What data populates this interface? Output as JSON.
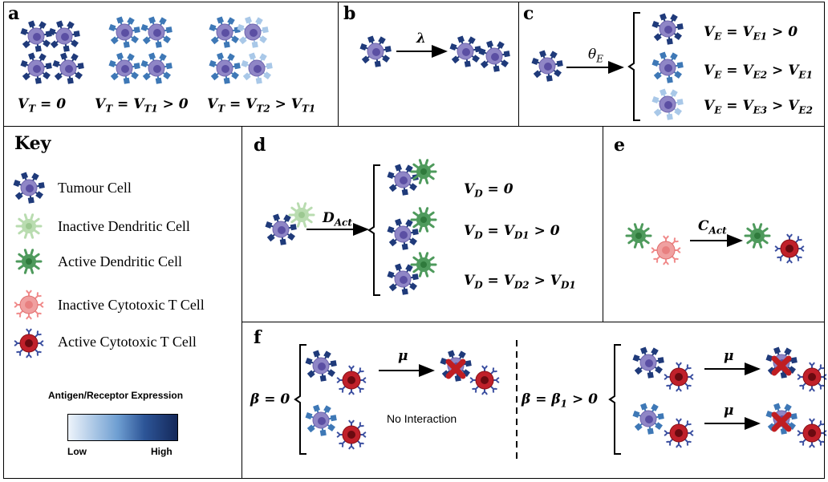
{
  "panels": {
    "a": {
      "label": "a",
      "captions": [
        "V_T = 0",
        "V_T = V_T1 > 0",
        "V_T = V_T2 > V_T1"
      ]
    },
    "b": {
      "label": "b",
      "rate": "λ"
    },
    "c": {
      "label": "c",
      "rate": "θ_E",
      "outcomes": [
        "V_E = V_E1 > 0",
        "V_E = V_E2 > V_E1",
        "V_E = V_E3 > V_E2"
      ]
    },
    "d": {
      "label": "d",
      "rate": "D_Act",
      "outcomes": [
        "V_D = 0",
        "V_D = V_D1 > 0",
        "V_D = V_D2 > V_D1"
      ]
    },
    "e": {
      "label": "e",
      "rate": "C_Act"
    },
    "f": {
      "label": "f",
      "rate": "μ",
      "beta_zero": "β = 0",
      "beta_one": "β = β_1 > 0",
      "no_interaction": "No Interaction"
    }
  },
  "key": {
    "title": "Key",
    "items": [
      "Tumour Cell",
      "Inactive Dendritic Cell",
      "Active Dendritic Cell",
      "Inactive Cytotoxic T Cell",
      "Active Cytotoxic T Cell"
    ],
    "gradient_title": "Antigen/Receptor Expression",
    "low": "Low",
    "high": "High"
  },
  "colors": {
    "antigen_high": "#1f3a7a",
    "antigen_mid": "#3e78b6",
    "antigen_low": "#a9c8e8",
    "tumour_body": "#8f86c6",
    "tumour_nucleus": "#5b4fa3",
    "dendritic_active": "#4e9a5c",
    "dendritic_inactive": "#b9dcb0",
    "tcell_active": "#c0202a",
    "tcell_inactive": "#f0a0a0",
    "kill_cross": "#c01e22"
  }
}
